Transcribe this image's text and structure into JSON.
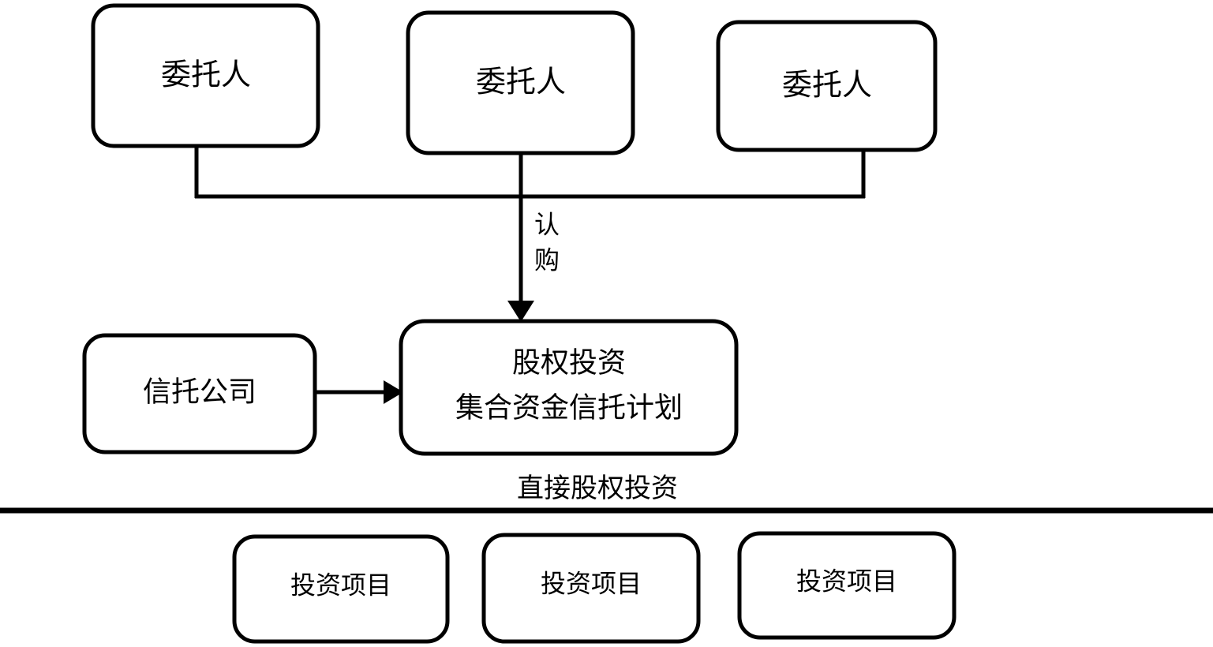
{
  "diagram": {
    "type": "flowchart",
    "title_text": "",
    "colors": {
      "stroke": "#000000",
      "fill": "#ffffff",
      "background": "#ffffff"
    },
    "top_row": {
      "nodes": [
        {
          "id": "settlor-1",
          "label": "委托人"
        },
        {
          "id": "settlor-2",
          "label": "委托人"
        },
        {
          "id": "settlor-3",
          "label": "委托人"
        }
      ]
    },
    "middle_row": {
      "trust_company": {
        "id": "trust-company",
        "label": "信托公司"
      },
      "trust_plan": {
        "id": "trust-plan",
        "label_line_1": "股权投资",
        "label_line_2": "集合资金信托计划"
      }
    },
    "bottom_row": {
      "nodes": [
        {
          "id": "project-1",
          "label": "投资项目"
        },
        {
          "id": "project-2",
          "label": "投资项目"
        },
        {
          "id": "project-3",
          "label": "投资项目"
        }
      ]
    },
    "edges": [
      {
        "id": "subscribe-edge",
        "from": "settlors",
        "to": "trust-plan",
        "label_char_1": "认",
        "label_char_2": "购",
        "orientation": "vertical"
      },
      {
        "id": "manage-edge",
        "from": "trust-company",
        "to": "trust-plan",
        "label": "",
        "orientation": "horizontal"
      }
    ],
    "section_divider": {
      "id": "direct-equity-divider",
      "label": "直接股权投资"
    }
  }
}
